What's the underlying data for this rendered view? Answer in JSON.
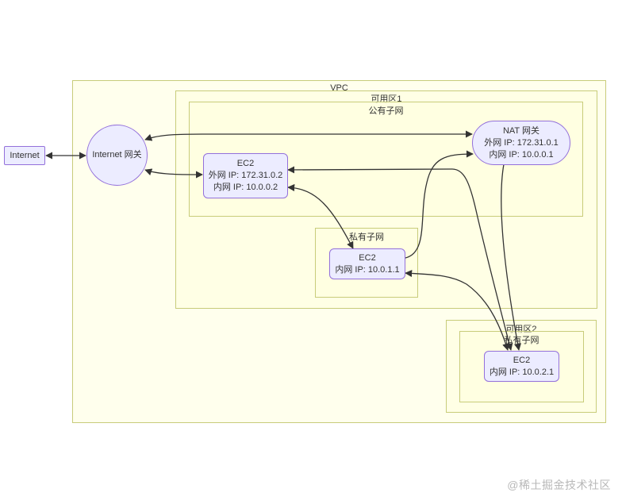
{
  "groups": {
    "vpc": "VPC",
    "az1": "可用区1",
    "public_subnet": "公有子网",
    "private_subnet_1": "私有子网",
    "az2": "可用区2",
    "private_subnet_2": "私有子网"
  },
  "nodes": {
    "internet": {
      "line1": "Internet"
    },
    "igw": {
      "line1": "Internet 网关"
    },
    "nat": {
      "line1": "NAT 网关",
      "line2": "外网 IP: 172.31.0.1",
      "line3": "内网 IP: 10.0.0.1"
    },
    "ec2_public": {
      "line1": "EC2",
      "line2": "外网 IP: 172.31.0.2",
      "line3": "内网 IP: 10.0.0.2"
    },
    "ec2_private1": {
      "line1": "EC2",
      "line2": "内网 IP: 10.0.1.1"
    },
    "ec2_private2": {
      "line1": "EC2",
      "line2": "内网 IP: 10.0.2.1"
    }
  },
  "edges": [
    {
      "from": "internet",
      "to": "igw",
      "bidirectional": true
    },
    {
      "from": "igw",
      "to": "nat",
      "bidirectional": true
    },
    {
      "from": "igw",
      "to": "ec2_public",
      "bidirectional": true
    },
    {
      "from": "ec2_public",
      "to": "ec2_private1",
      "bidirectional": true
    },
    {
      "from": "ec2_private1",
      "to": "nat",
      "bidirectional": false
    },
    {
      "from": "nat",
      "to": "ec2_private2",
      "bidirectional": false
    },
    {
      "from": "ec2_public",
      "to": "ec2_private2",
      "bidirectional": true
    },
    {
      "from": "ec2_private1",
      "to": "ec2_private2",
      "bidirectional": true
    }
  ],
  "colors": {
    "node_fill": "#ececff",
    "node_border": "#9370db",
    "group_fill": "#ffffde",
    "group_border": "#c8cc7a",
    "edge": "#333333"
  },
  "watermark": "@稀土掘金技术社区"
}
